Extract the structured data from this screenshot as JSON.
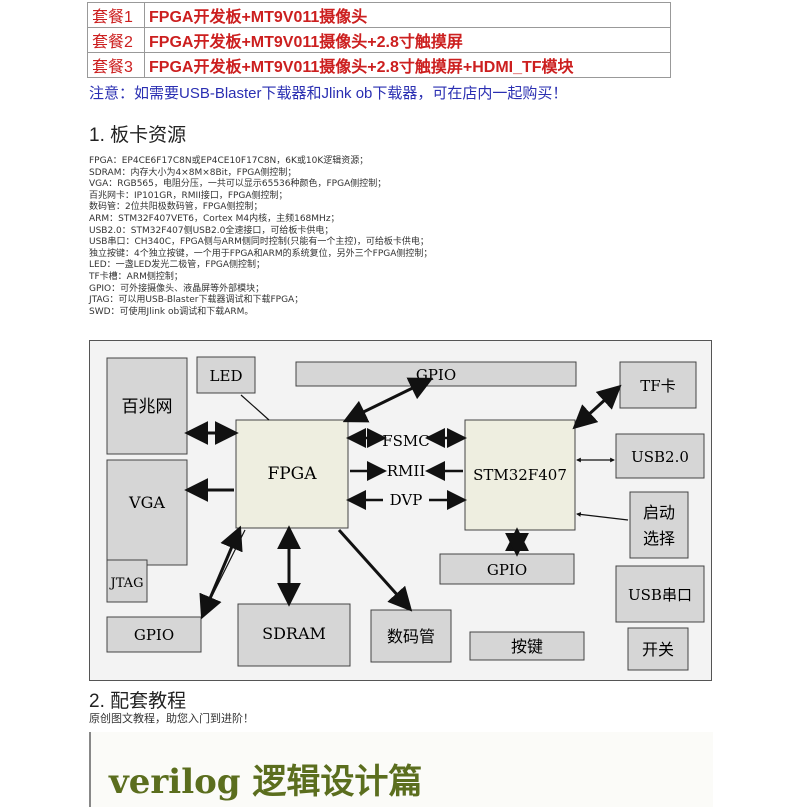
{
  "packages": [
    {
      "name": "套餐1",
      "desc": "FPGA开发板+MT9V011摄像头"
    },
    {
      "name": "套餐2",
      "desc": "FPGA开发板+MT9V011摄像头+2.8寸触摸屏"
    },
    {
      "name": "套餐3",
      "desc": "FPGA开发板+MT9V011摄像头+2.8寸触摸屏+HDMI_TF模块"
    }
  ],
  "notice": "注意：如需要USB-Blaster下载器和Jlink ob下载器，可在店内一起购买！",
  "section1_title": "1. 板卡资源",
  "specs": [
    "FPGA：EP4CE6F17C8N或EP4CE10F17C8N，6K或10K逻辑资源；",
    "SDRAM：内存大小为4×8M×8Bit，FPGA侧控制；",
    "VGA：RGB565，电阻分压，一共可以显示65536种颜色，FPGA侧控制；",
    "百兆网卡：IP101GR，RMII接口，FPGA侧控制；",
    "数码管：2位共阳极数码管，FPGA侧控制；",
    "ARM：STM32F407VET6，Cortex M4内核，主频168MHz；",
    "USB2.0：STM32F407侧USB2.0全速接口，可给板卡供电；",
    "USB串口：CH340C，FPGA侧与ARM侧同时控制(只能有一个主控)，可给板卡供电；",
    "独立按键：4个独立按键，一个用于FPGA和ARM的系统复位，另外三个FPGA侧控制；",
    "LED：一盏LED发光二极管，FPGA侧控制；",
    "TF卡槽：ARM侧控制；",
    "GPIO：可外接摄像头、液晶屏等外部模块；",
    "JTAG：可以用USB-Blaster下载器调试和下载FPGA；",
    "SWD：可使用Jlink ob调试和下载ARM。"
  ],
  "diagram": {
    "blocks": {
      "ethernet": "百兆网",
      "led": "LED",
      "gpio_top": "GPIO",
      "tf": "TF卡",
      "vga": "VGA",
      "fpga": "FPGA",
      "stm32": "STM32F407",
      "usb2": "USB2.0",
      "boot": "启动\n选择",
      "jtag": "JTAG",
      "gpio_arm": "GPIO",
      "usb_serial": "USB串口",
      "gpio_left": "GPIO",
      "sdram": "SDRAM",
      "segment": "数码管",
      "keys": "按键",
      "switch": "开关"
    },
    "links": {
      "fsmc": "FSMC",
      "rmii": "RMII",
      "dvp": "DVP"
    }
  },
  "section2_title": "2. 配套教程",
  "section2_sub": "原创图文教程，助您入门到进阶！",
  "banner_text": "verilog 逻辑设计篇"
}
